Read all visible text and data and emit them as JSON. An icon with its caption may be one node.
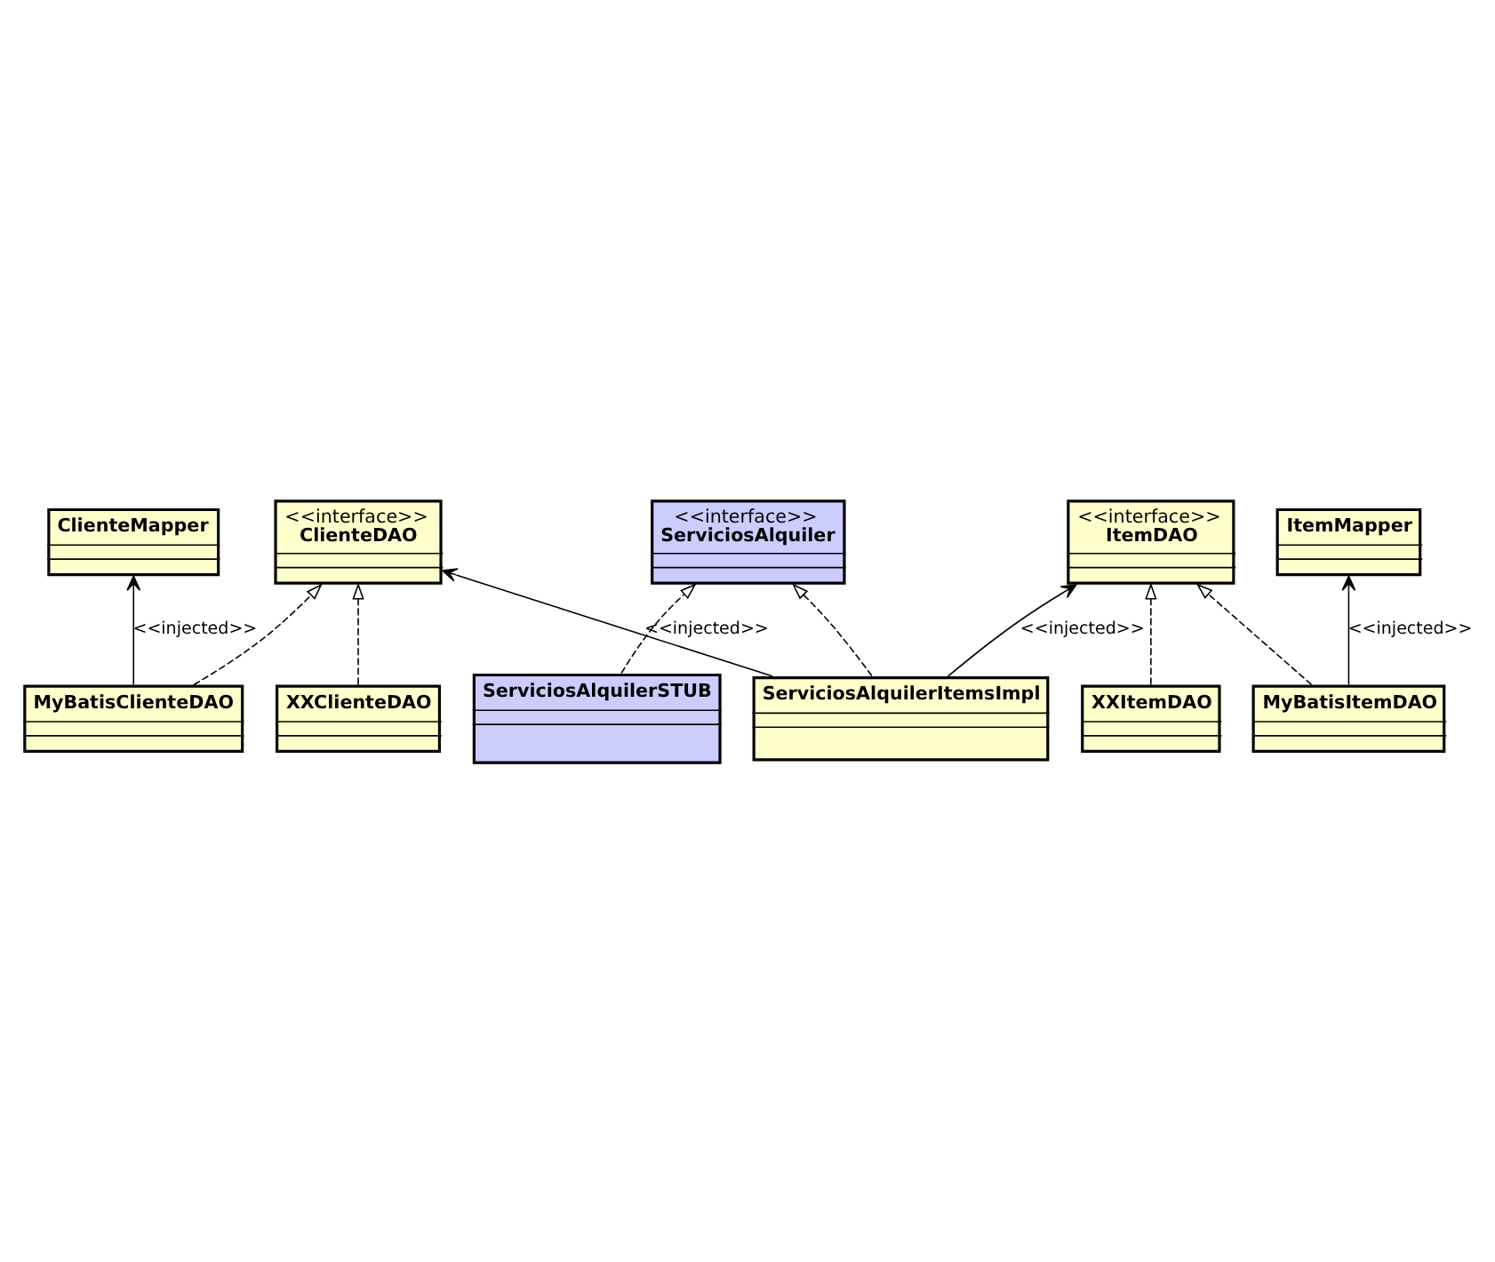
{
  "diagram": {
    "nodes": [
      {
        "text": [
          "<<interface>>",
          "ServiciosAlquiler"
        ]
      },
      {
        "text": [
          "ServiciosAlquilerItemsImpl"
        ]
      },
      {
        "text": [
          "ServiciosAlquilerSTUB"
        ]
      },
      {
        "text": [
          "<<interface>>",
          "ClienteDAO"
        ]
      },
      {
        "text": [
          "<<interface>>",
          "ItemDAO"
        ]
      },
      {
        "text": [
          "XXClienteDAO"
        ]
      },
      {
        "text": [
          "MyBatisClienteDAO"
        ]
      },
      {
        "text": [
          "XXItemDAO"
        ]
      },
      {
        "text": [
          "MyBatisItemDAO"
        ]
      },
      {
        "text": [
          "ClienteMapper"
        ]
      },
      {
        "text": [
          "ItemMapper"
        ]
      }
    ],
    "edges": [
      {
        "from": 1,
        "to": 0,
        "arrow": "to",
        "style": "dashed"
      },
      {
        "from": 2,
        "to": 0,
        "arrow": "to",
        "style": "dashed"
      },
      {
        "from": 1,
        "to": 3,
        "arrow": "to",
        "label": "<<injected>>"
      },
      {
        "from": 1,
        "to": 4,
        "arrow": "to",
        "label": "<<injected>>"
      },
      {
        "from": 5,
        "to": 3,
        "arrow": "to",
        "style": "dashed"
      },
      {
        "from": 6,
        "to": 3,
        "arrow": "to",
        "style": "dashed"
      },
      {
        "from": 7,
        "to": 4,
        "arrow": "to",
        "style": "dashed"
      },
      {
        "from": 8,
        "to": 4,
        "arrow": "to",
        "style": "dashed"
      },
      {
        "from": 6,
        "to": 9,
        "arrow": "to",
        "label": "<<injected>>"
      },
      {
        "from": 8,
        "to": 10,
        "arrow": "to",
        "label": "<<injected>>"
      }
    ]
  }
}
